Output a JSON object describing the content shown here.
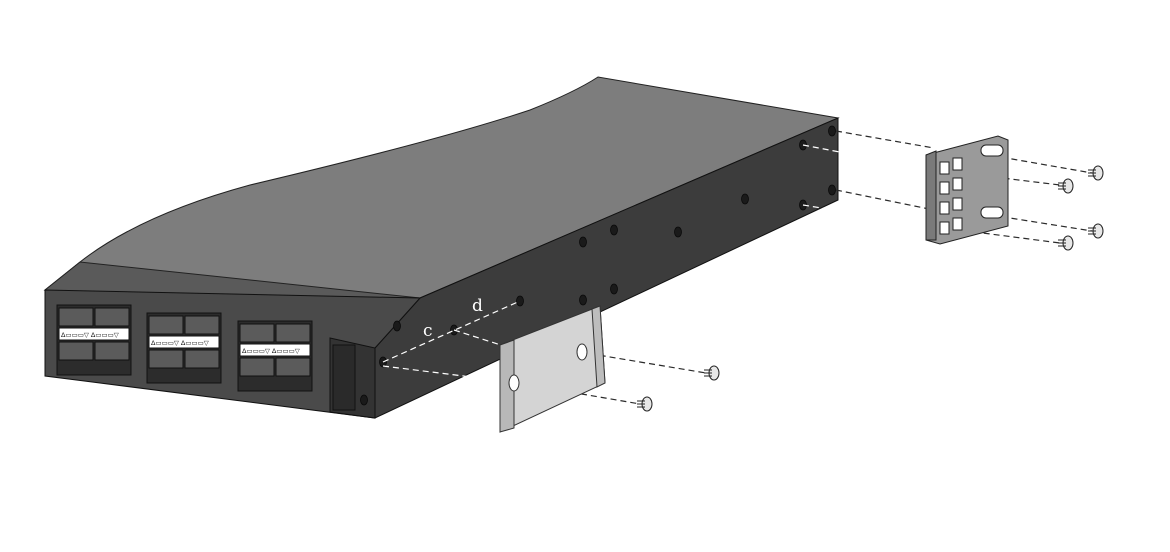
{
  "diagram": {
    "callouts": {
      "c": "c",
      "d": "d"
    },
    "port_labels": {
      "module_1": "Δ▭▭▭▽ Δ▭▭▭▽",
      "module_2": "Δ▭▭▭▽ Δ▭▭▭▽",
      "module_3": "Δ▭▭▭▽ Δ▭▭▭▽"
    },
    "colors": {
      "chassis_top": "#7d7d7d",
      "chassis_side": "#3c3c3c",
      "chassis_front": "#4a4a4a",
      "bracket": "#d4d4d4",
      "rear_bracket": "#9a9a9a"
    }
  }
}
